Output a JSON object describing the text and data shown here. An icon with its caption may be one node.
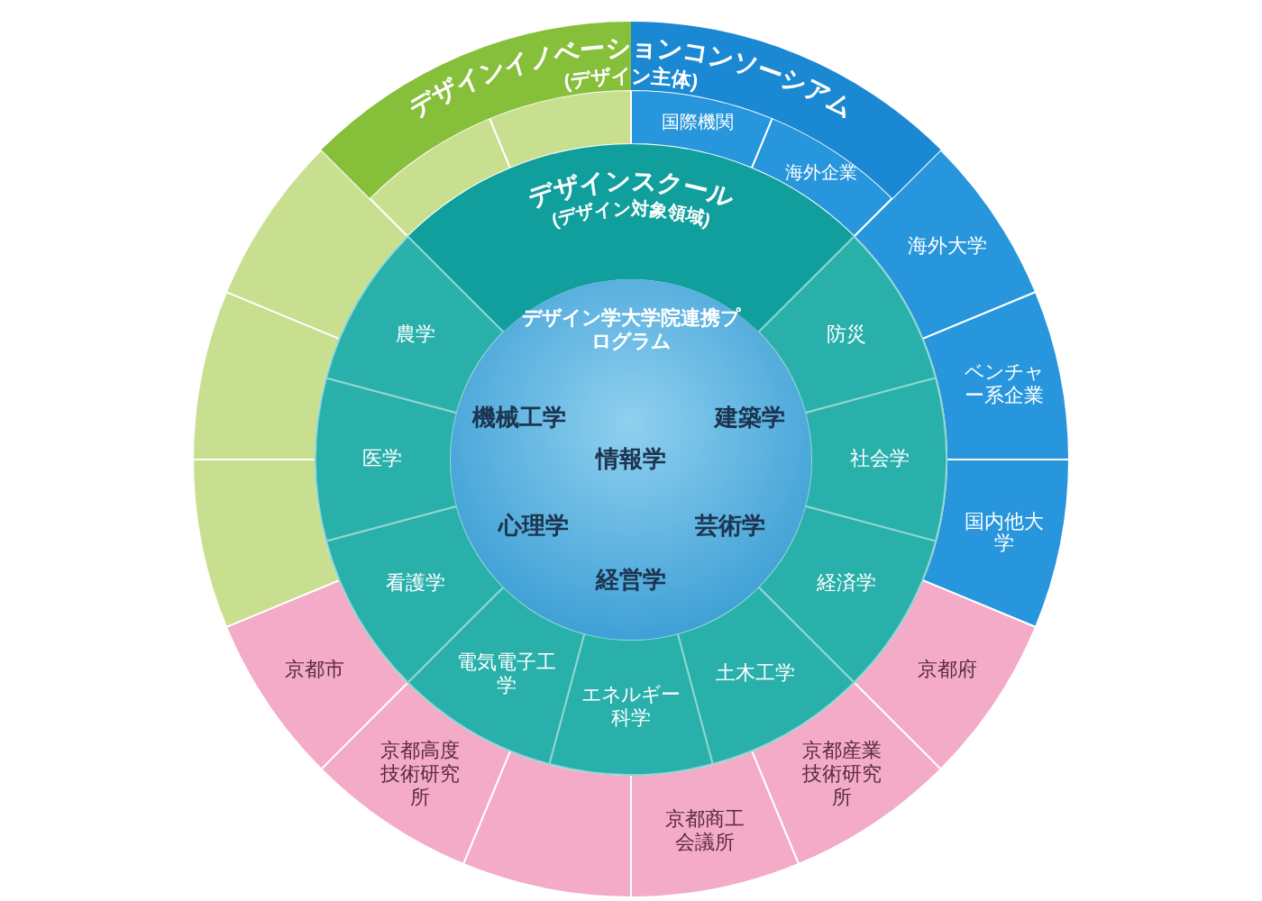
{
  "diagram": {
    "nodes": [
      {
        "text": [
          "デザインイノベーションコンソーシアム",
          "(デザイン主体)"
        ]
      },
      {
        "text": [
          "国際機関"
        ]
      },
      {
        "text": [
          "海外企業"
        ]
      },
      {
        "text": [
          "海外大学"
        ]
      },
      {
        "text": [
          "ベンチャー系企業"
        ]
      },
      {
        "text": [
          "国内他大学"
        ]
      },
      {
        "text": [
          "京都府"
        ]
      },
      {
        "text": [
          "京都産業技術研究所"
        ]
      },
      {
        "text": [
          "京都商工会議所"
        ]
      },
      {
        "text": [],
        "shape": "sector"
      },
      {
        "text": [
          "京都高度技術研究所"
        ]
      },
      {
        "text": [
          "京都市"
        ]
      },
      {
        "text": [],
        "shape": "sector"
      },
      {
        "text": [],
        "shape": "sector"
      },
      {
        "text": [],
        "shape": "sector"
      },
      {
        "text": [],
        "shape": "sector"
      },
      {
        "text": [],
        "shape": "sector"
      },
      {
        "text": [
          "デザインスクール",
          "(デザイン対象領域)"
        ]
      },
      {
        "text": [
          "防災"
        ]
      },
      {
        "text": [
          "社会学"
        ]
      },
      {
        "text": [
          "経済学"
        ]
      },
      {
        "text": [
          "土木工学"
        ]
      },
      {
        "text": [
          "エネルギー科学"
        ]
      },
      {
        "text": [
          "電気電子工学"
        ]
      },
      {
        "text": [
          "看護学"
        ]
      },
      {
        "text": [
          "医学"
        ]
      },
      {
        "text": [
          "農学"
        ]
      },
      {
        "text": [
          "デザイン学大学院連携プログラム"
        ]
      }
    ],
    "labels": [
      "機械工学",
      "建築学",
      "情報学",
      "心理学",
      "芸術学",
      "経営学"
    ]
  }
}
